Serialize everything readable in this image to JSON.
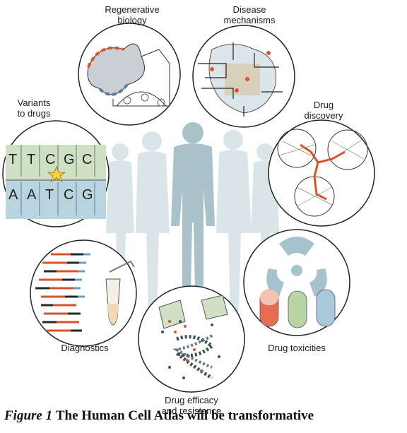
{
  "topics": {
    "regenerative": [
      "Regenerative",
      "biology"
    ],
    "disease": [
      "Disease",
      "mechanisms"
    ],
    "variants": [
      "Variants",
      "to drugs"
    ],
    "discovery": [
      "Drug",
      "discovery"
    ],
    "diagnostics": "Diagnostics",
    "toxicities": "Drug toxicities",
    "efficacy": [
      "Drug efficacy",
      "and resistance"
    ]
  },
  "dna": {
    "top": [
      "T",
      "T",
      "C",
      "G",
      "C"
    ],
    "bottom": [
      "A",
      "A",
      "T",
      "C",
      "G"
    ]
  },
  "caption": {
    "prefix": "Figure 1",
    "text": "The Human Cell Atlas will be transformative"
  },
  "colors": {
    "figure": "#a9c2ca",
    "figure_ghost": "#d7e3e7",
    "dna_top": "#cfe0c4",
    "dna_bottom": "#bad4df",
    "accent_orange": "#d9542b",
    "capsule_red": "#e86c54",
    "capsule_green": "#b9d4a4",
    "capsule_blue": "#a9c9dc"
  }
}
